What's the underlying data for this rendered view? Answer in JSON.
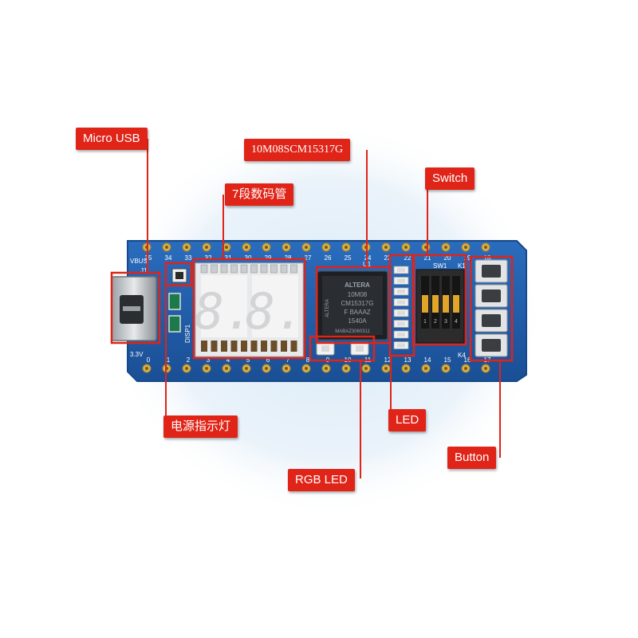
{
  "colors": {
    "background_glow": "#eaf3fa",
    "pcb": "#1f5fae",
    "pcb_edge": "#17498a",
    "pad": "#d9b24a",
    "callout": "#e02418",
    "callout_text": "#ffffff"
  },
  "callouts": {
    "micro_usb": "Micro USB",
    "fpga": "10M08SCM15317G",
    "seg7": "7段数码管",
    "switch": "Switch",
    "power_led": "电源指示灯",
    "led": "LED",
    "rgb_led": "RGB LED",
    "button": "Button"
  },
  "silkscreen": {
    "vbus": "VBUS",
    "j1": "J1",
    "v33": "3.3V",
    "disp1": "DISP1",
    "u1": "U1",
    "sw1": "SW1",
    "k1": "K1",
    "k4": "K4",
    "top_pins": [
      "35",
      "34",
      "33",
      "32",
      "31",
      "30",
      "29",
      "28",
      "27",
      "26",
      "25",
      "24",
      "23",
      "22",
      "21",
      "20",
      "19",
      "18"
    ],
    "bottom_pins": [
      "0",
      "1",
      "2",
      "3",
      "4",
      "5",
      "6",
      "7",
      "8",
      "9",
      "10",
      "11",
      "12",
      "13",
      "14",
      "15",
      "16",
      "17"
    ],
    "switch_nums": [
      "1",
      "2",
      "3",
      "4"
    ]
  },
  "chip": {
    "lines": [
      "ALTERA",
      "10M08",
      "CM15317G",
      "F BAAAZ",
      "1540A"
    ],
    "side": "ALTERA",
    "bottom": "MABAZ3060311"
  },
  "display": {
    "digits": [
      "8.",
      "8."
    ]
  }
}
